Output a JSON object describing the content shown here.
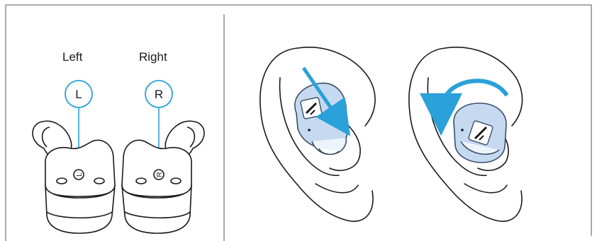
{
  "labels": {
    "left": "Left",
    "right": "Right",
    "left_badge": "L",
    "right_badge": "R",
    "left_mark": "L",
    "right_mark": "R"
  },
  "colors": {
    "accent": "#2aa1d8",
    "earbud_fill": "#c5d9f0",
    "earbud_stroke": "#3a4f66",
    "line": "#1a1a1a"
  },
  "icons": [
    "brand-logo-icon",
    "insert-arrow-icon",
    "rotate-arrow-icon"
  ]
}
